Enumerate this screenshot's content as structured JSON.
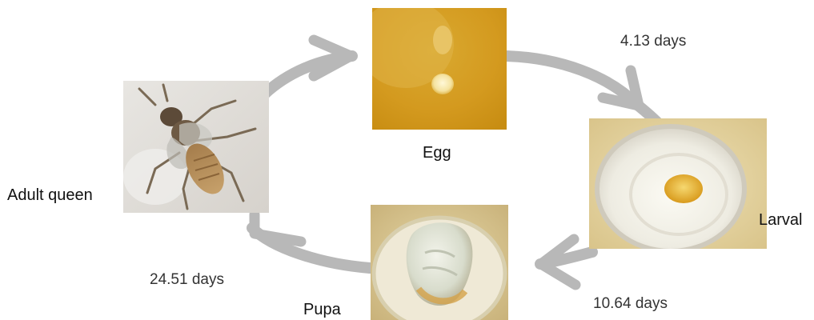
{
  "stages": [
    {
      "id": "egg",
      "label": "Egg"
    },
    {
      "id": "larval",
      "label": "Larval"
    },
    {
      "id": "pupa",
      "label": "Pupa"
    },
    {
      "id": "adult",
      "label": "Adult queen"
    }
  ],
  "durations": [
    {
      "from": "egg",
      "to": "larval",
      "text": "4.13 days"
    },
    {
      "from": "larval",
      "to": "pupa",
      "text": "10.64 days"
    },
    {
      "from": "pupa",
      "to": "adult",
      "text": "24.51 days"
    }
  ],
  "colors": {
    "arrow": "#b8b8b8",
    "background": "#ffffff"
  }
}
